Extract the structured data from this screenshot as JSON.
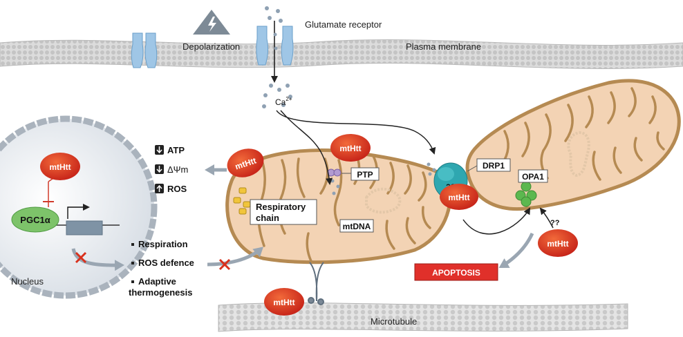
{
  "labels": {
    "glutamate_receptor": "Glutamate receptor",
    "depolarization": "Depolarization",
    "plasma_membrane": "Plasma membrane",
    "calcium_base": "Ca",
    "calcium_sup": "2+",
    "nucleus": "Nucleus",
    "pgc1a": "PGC1α",
    "respiratory_chain_line1": "Respiratory",
    "respiratory_chain_line2": "chain",
    "ptp": "PTP",
    "mtdna": "mtDNA",
    "drp1": "DRP1",
    "opa1": "OPA1",
    "unknown_1": "??",
    "unknown_2": "??",
    "apoptosis": "APOPTOSIS",
    "microtubule": "Microtubule"
  },
  "mthtt": {
    "label": "mtHtt",
    "instances": [
      "nucleus",
      "mitochondrion-top",
      "mitochondrion-left",
      "drp1-junction",
      "opa1-side",
      "microtubule"
    ]
  },
  "outcomes": [
    {
      "arrow": "down",
      "label": "ATP"
    },
    {
      "arrow": "down",
      "label": "ΔΨm"
    },
    {
      "arrow": "up",
      "label": "ROS"
    }
  ],
  "gene_targets": [
    "Respiration",
    "ROS defence",
    "Adaptive",
    "thermogenesis"
  ],
  "colors": {
    "mthtt_red": "#d9301c",
    "mito_fill": "#f3d3b4",
    "mito_stroke": "#b58a52",
    "membrane": "#c9c9c9",
    "channel_blue": "#9fc6e6",
    "apoptosis_red": "#e0302a",
    "drp1_teal": "#2fa7b0",
    "opa1_green": "#5cb84f",
    "pgc1a_green": "#7dc36a",
    "arrow_gray": "#9aa6b2"
  }
}
